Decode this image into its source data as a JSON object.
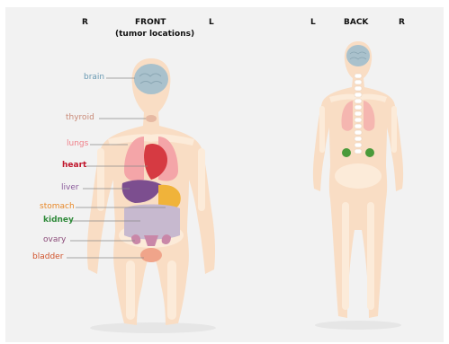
{
  "front": {
    "header": "FRONT",
    "subheader": "(tumor locations)",
    "left_side": "R",
    "right_side": "L"
  },
  "back": {
    "header": "BACK",
    "left_side": "L",
    "right_side": "R"
  },
  "labels": {
    "brain": {
      "text": "brain",
      "color": "#6a9ab3"
    },
    "thyroid": {
      "text": "thyroid",
      "color": "#c98a78"
    },
    "lungs": {
      "text": "lungs",
      "color": "#f07f88"
    },
    "heart": {
      "text": "heart",
      "color": "#c0152b"
    },
    "liver": {
      "text": "liver",
      "color": "#8a5a9b"
    },
    "stomach": {
      "text": "stomach",
      "color": "#e8892a"
    },
    "kidney": {
      "text": "kidney",
      "color": "#2f8a3a"
    },
    "ovary": {
      "text": "ovary",
      "color": "#8a4a78"
    },
    "bladder": {
      "text": "bladder",
      "color": "#d0532c"
    }
  },
  "colors": {
    "skin": "#f9ddc4",
    "skeleton": "#fcebd9",
    "brain": "#a9c1cc",
    "lungs": "#f4a5a8",
    "heart": "#d63a42",
    "liver": "#7c4e8f",
    "stomach": "#f0b33a",
    "kidney": "#4a9a3a",
    "intestine": "#c7b9cf",
    "bladder": "#f0a48a",
    "leader_line": "#8a8a8a"
  }
}
